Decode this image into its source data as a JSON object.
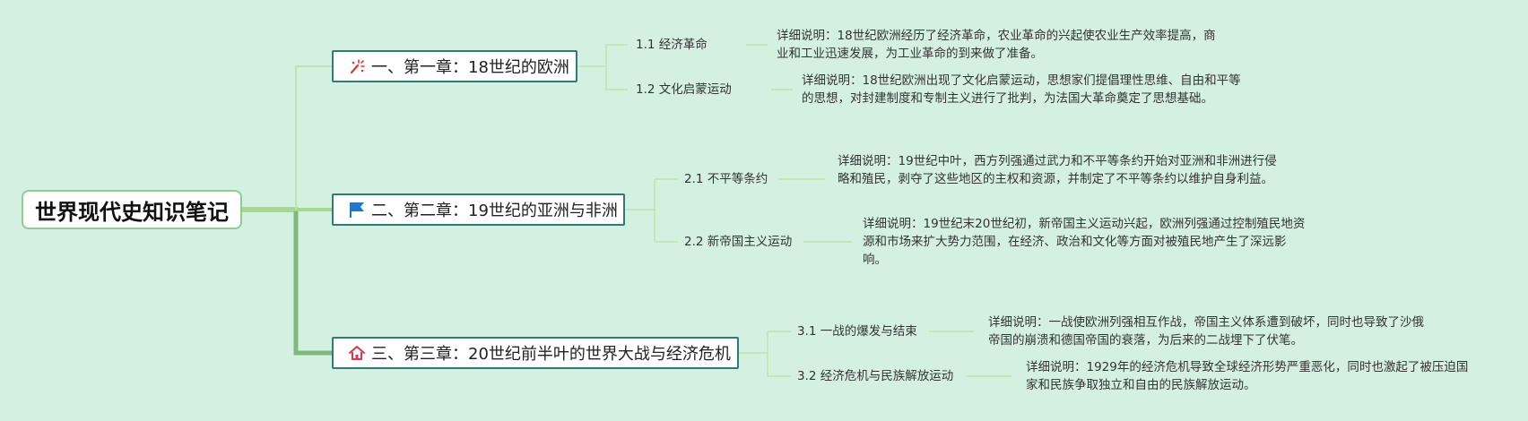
{
  "root": {
    "title": "世界现代史知识笔记"
  },
  "chapters": [
    {
      "label": "一、第一章：18世纪的欧洲",
      "icon": "fireworks-icon",
      "subs": [
        {
          "label": "1.1 经济革命",
          "detail": "详细说明：18世纪欧洲经历了经济革命，农业革命的兴起使农业生产效率提高，商业和工业迅速发展，为工业革命的到来做了准备。"
        },
        {
          "label": "1.2 文化启蒙运动",
          "detail": "详细说明：18世纪欧洲出现了文化启蒙运动，思想家们提倡理性思维、自由和平等的思想，对封建制度和专制主义进行了批判，为法国大革命奠定了思想基础。"
        }
      ]
    },
    {
      "label": "二、第二章：19世纪的亚洲与非洲",
      "icon": "flag-icon",
      "subs": [
        {
          "label": "2.1 不平等条约",
          "detail": "详细说明：19世纪中叶，西方列强通过武力和不平等条约开始对亚洲和非洲进行侵略和殖民，剥夺了这些地区的主权和资源，并制定了不平等条约以维护自身利益。"
        },
        {
          "label": "2.2 新帝国主义运动",
          "detail": "详细说明：19世纪末20世纪初，新帝国主义运动兴起，欧洲列强通过控制殖民地资源和市场来扩大势力范围，在经济、政治和文化等方面对被殖民地产生了深远影响。"
        }
      ]
    },
    {
      "label": "三、第三章：20世纪前半叶的世界大战与经济危机",
      "icon": "home-icon",
      "subs": [
        {
          "label": "3.1 一战的爆发与结束",
          "detail": "详细说明：一战使欧洲列强相互作战，帝国主义体系遭到破坏，同时也导致了沙俄帝国的崩溃和德国帝国的衰落，为后来的二战埋下了伏笔。"
        },
        {
          "label": "3.2 经济危机与民族解放运动",
          "detail": "详细说明：1929年的经济危机导致全球经济形势严重恶化，同时也激起了被压迫国家和民族争取独立和自由的民族解放运动。"
        }
      ]
    }
  ],
  "colors": {
    "background": "#d4f0e0",
    "trunk": "#7dbb7d",
    "branch": "#bde6a8",
    "chapter_border": "#2f7a7a",
    "root_border": "#8ecf8e"
  }
}
